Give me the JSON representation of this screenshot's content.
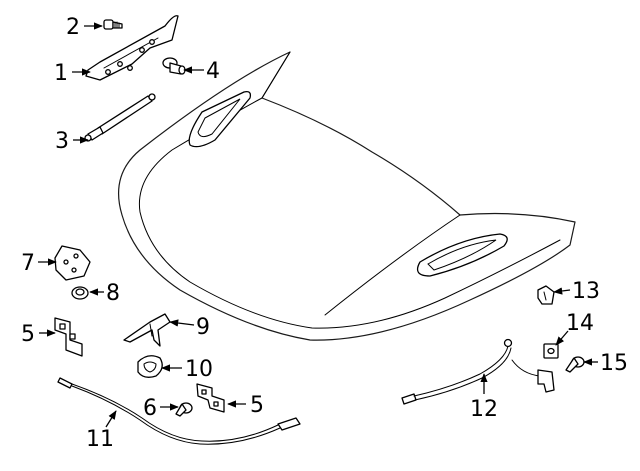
{
  "colors": {
    "line": "#000000",
    "background": "#ffffff"
  },
  "callouts": [
    {
      "id": "1",
      "label": "1"
    },
    {
      "id": "2",
      "label": "2"
    },
    {
      "id": "3",
      "label": "3"
    },
    {
      "id": "4",
      "label": "4"
    },
    {
      "id": "5a",
      "label": "5"
    },
    {
      "id": "5b",
      "label": "5"
    },
    {
      "id": "6",
      "label": "6"
    },
    {
      "id": "7",
      "label": "7"
    },
    {
      "id": "8",
      "label": "8"
    },
    {
      "id": "9",
      "label": "9"
    },
    {
      "id": "10",
      "label": "10"
    },
    {
      "id": "11",
      "label": "11"
    },
    {
      "id": "12",
      "label": "12"
    },
    {
      "id": "13",
      "label": "13"
    },
    {
      "id": "14",
      "label": "14"
    },
    {
      "id": "15",
      "label": "15"
    }
  ]
}
